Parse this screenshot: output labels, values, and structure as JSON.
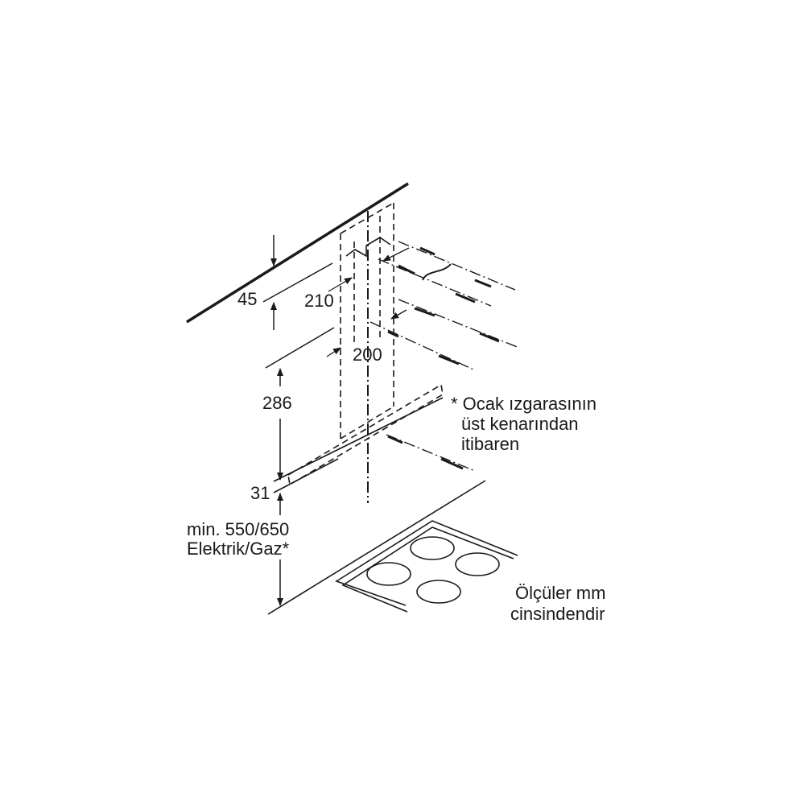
{
  "dimensions": {
    "d45": "45",
    "d210": "210",
    "d200": "200",
    "d286": "286",
    "d31": "31",
    "min_line1": "min. 550/650",
    "min_line2": "Elektrik/Gaz*"
  },
  "footnote": {
    "line1": "* Ocak ızgarasının",
    "line2": "üst kenarından",
    "line3": "itibaren"
  },
  "units_note": {
    "line1": "Ölçüler mm",
    "line2": "cinsindendir"
  },
  "colors": {
    "ink": "#1a1a1a",
    "background": "#ffffff"
  }
}
